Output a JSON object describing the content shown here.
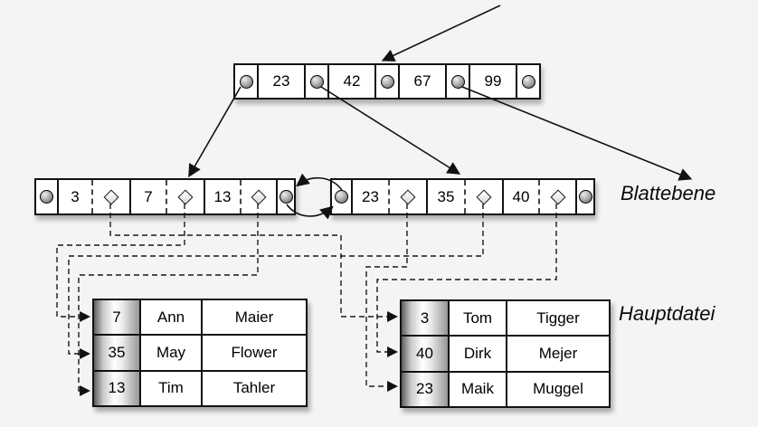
{
  "colors": {
    "background": "#f4f4f4",
    "line": "#111111",
    "node_fill": "#ffffff"
  },
  "labels": {
    "leaf_level": "Blattebene",
    "main_file": "Hauptdatei"
  },
  "nodes": {
    "root": {
      "keys": [
        "23",
        "42",
        "67",
        "99"
      ]
    },
    "leaves": [
      {
        "keys": [
          "3",
          "7",
          "13"
        ]
      },
      {
        "keys": [
          "23",
          "35",
          "40"
        ]
      }
    ]
  },
  "tables": [
    {
      "rows": [
        [
          "7",
          "Ann",
          "Maier"
        ],
        [
          "35",
          "May",
          "Flower"
        ],
        [
          "13",
          "Tim",
          "Tahler"
        ]
      ]
    },
    {
      "rows": [
        [
          "3",
          "Tom",
          "Tigger"
        ],
        [
          "40",
          "Dirk",
          "Mejer"
        ],
        [
          "23",
          "Maik",
          "Muggel"
        ]
      ]
    }
  ],
  "icons": {
    "node_pointer": "pointer-circle-icon",
    "record_pointer": "record-pointer-diamond-icon"
  },
  "connections": {
    "entry_arrow": "into root node",
    "root_to_leaves": [
      "root pointer 1 -> left leaf (3,7,13)",
      "root pointer 2 -> right leaf (23,35,40)",
      "root pointer 4 -> next leaf (off diagram, right)"
    ],
    "sibling_links": "left leaf <-> right leaf (double curved arrows)",
    "record_pointers": [
      {
        "from": "leaf key 3",
        "to": "row 3 Tom Tigger"
      },
      {
        "from": "leaf key 7",
        "to": "row 7 Ann Maier"
      },
      {
        "from": "leaf key 13",
        "to": "row 13 Tim Tahler"
      },
      {
        "from": "leaf key 23",
        "to": "row 23 Maik Muggel"
      },
      {
        "from": "leaf key 35",
        "to": "row 35 May Flower"
      },
      {
        "from": "leaf key 40",
        "to": "row 40 Dirk Mejer"
      }
    ]
  }
}
